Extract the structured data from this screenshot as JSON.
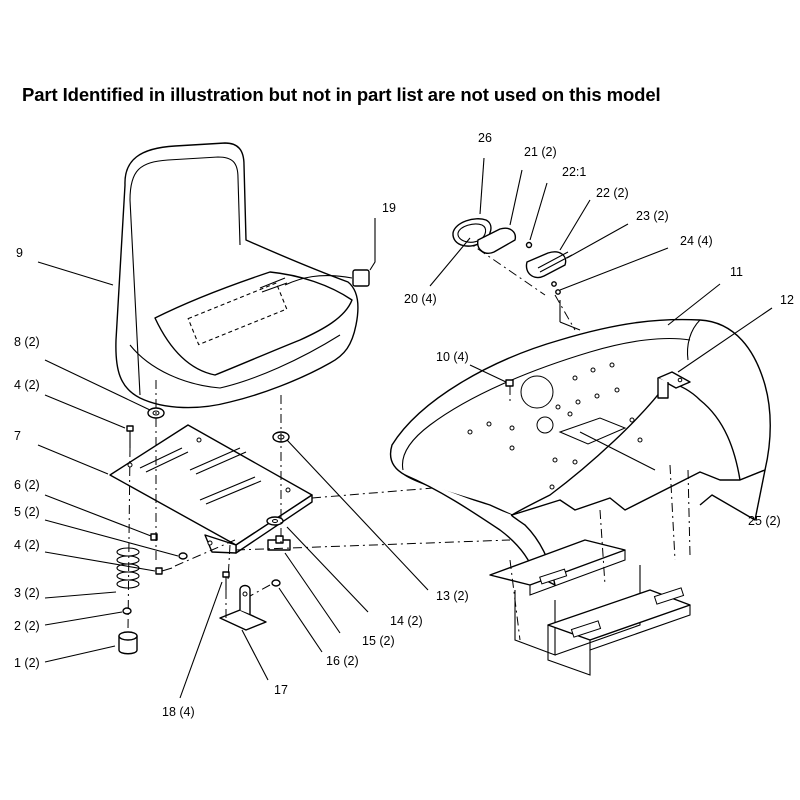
{
  "title": "Part Identified in illustration but not in part list are not used on this model",
  "callouts": [
    {
      "id": "c9",
      "text": "9"
    },
    {
      "id": "c19",
      "text": "19"
    },
    {
      "id": "c8",
      "text": "8 (2)"
    },
    {
      "id": "c4a",
      "text": "4 (2)"
    },
    {
      "id": "c7",
      "text": "7"
    },
    {
      "id": "c6",
      "text": "6 (2)"
    },
    {
      "id": "c5",
      "text": "5 (2)"
    },
    {
      "id": "c4b",
      "text": "4 (2)"
    },
    {
      "id": "c3",
      "text": "3 (2)"
    },
    {
      "id": "c2",
      "text": "2 (2)"
    },
    {
      "id": "c1",
      "text": "1 (2)"
    },
    {
      "id": "c18",
      "text": "18 (4)"
    },
    {
      "id": "c17",
      "text": "17"
    },
    {
      "id": "c16",
      "text": "16 (2)"
    },
    {
      "id": "c15",
      "text": "15 (2)"
    },
    {
      "id": "c14",
      "text": "14 (2)"
    },
    {
      "id": "c13",
      "text": "13 (2)"
    },
    {
      "id": "c26",
      "text": "26"
    },
    {
      "id": "c21",
      "text": "21 (2)"
    },
    {
      "id": "c221",
      "text": "22:1"
    },
    {
      "id": "c22",
      "text": "22 (2)"
    },
    {
      "id": "c23",
      "text": "23 (2)"
    },
    {
      "id": "c24",
      "text": "24 (4)"
    },
    {
      "id": "c20",
      "text": "20 (4)"
    },
    {
      "id": "c11",
      "text": "11"
    },
    {
      "id": "c12",
      "text": "12"
    },
    {
      "id": "c10",
      "text": "10 (4)"
    },
    {
      "id": "c25",
      "text": "25 (2)"
    }
  ]
}
